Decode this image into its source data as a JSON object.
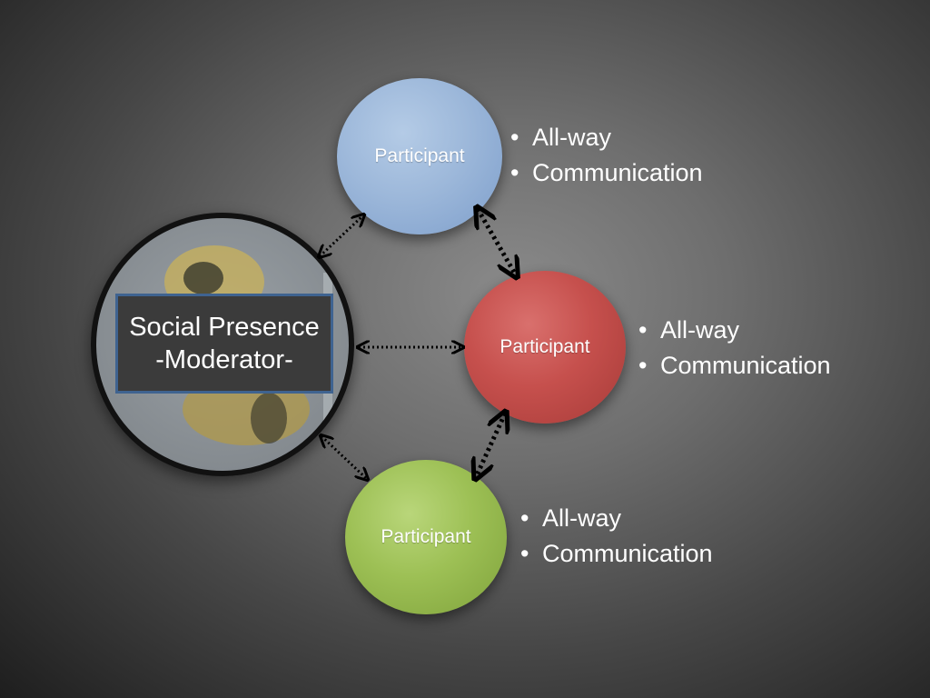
{
  "diagram": {
    "moderator": {
      "line1": "Social Presence",
      "line2": "-Moderator-"
    },
    "participants": [
      {
        "label": "Participant",
        "color": "#9db8da",
        "bullets": [
          "All-way",
          "Communication"
        ]
      },
      {
        "label": "Participant",
        "color": "#c6504d",
        "bullets": [
          "All-way",
          "Communication"
        ]
      },
      {
        "label": "Participant",
        "color": "#9dc055",
        "bullets": [
          "All-way",
          "Communication"
        ]
      }
    ],
    "connector_style": "dotted double-headed arrows"
  }
}
